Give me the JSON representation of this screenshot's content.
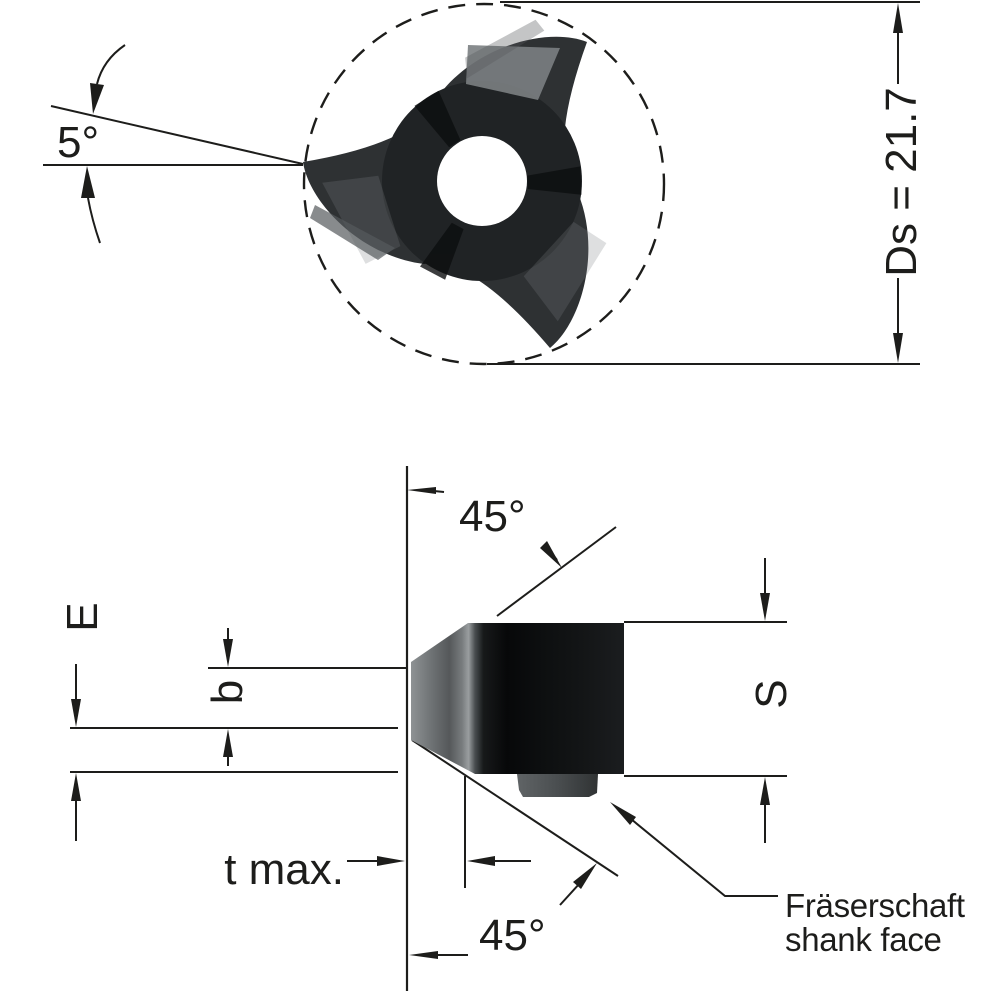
{
  "colors": {
    "background": "#ffffff",
    "ink": "#1d1d1b",
    "insert_dark": "#0b0d0e",
    "insert_mid": "#2e3133",
    "insert_light": "#8e9294"
  },
  "top_view": {
    "angle_label": "5°",
    "diameter_label": "Ds = 21.7"
  },
  "side_view": {
    "edge_height_label": "E",
    "width_label": "b",
    "thickness_label": "S",
    "depth_label": "t max.",
    "top_chamfer_label": "45°",
    "bottom_chamfer_label": "45°",
    "shank_note_line1": "Fräserschaft",
    "shank_note_line2": "shank face"
  }
}
